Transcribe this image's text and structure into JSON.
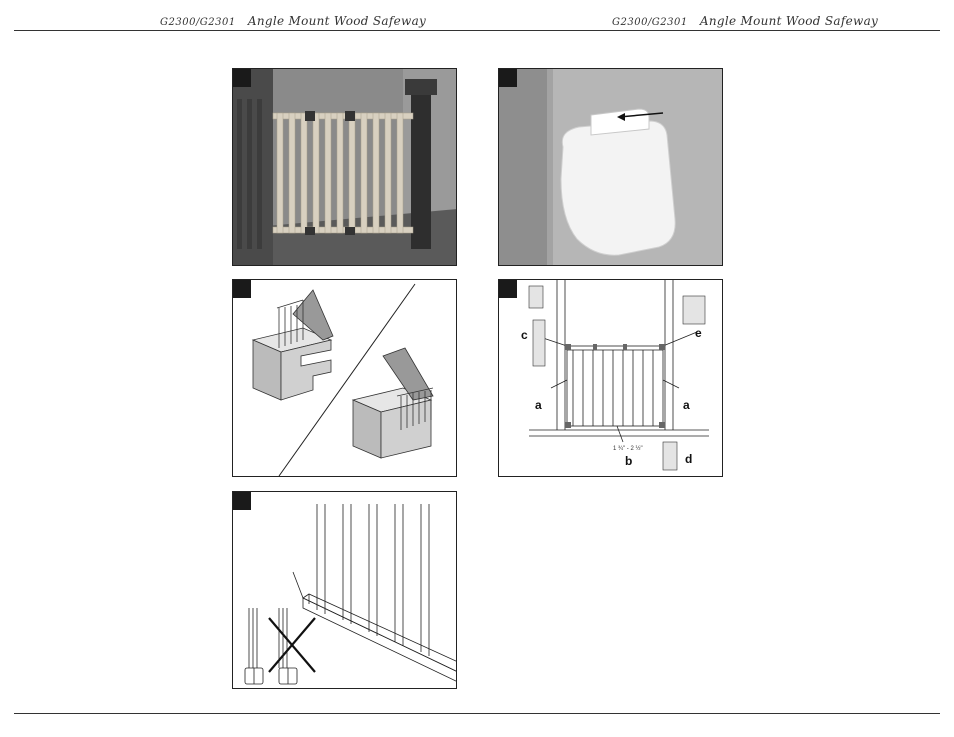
{
  "header": {
    "left": {
      "model": "G2300/G2301",
      "title": "Angle Mount Wood Safeway"
    },
    "right": {
      "model": "G2300/G2301",
      "title": "Angle Mount Wood Safeway"
    }
  },
  "panels": {
    "diagram_labels": {
      "a_left": "a",
      "a_right": "a",
      "b": "b",
      "c": "c",
      "d": "d",
      "e": "e",
      "measurement": "1 ¾\" - 2 ½\""
    }
  },
  "colors": {
    "ink": "#1a1a1a",
    "photo_gray": "#7a7a7a"
  }
}
